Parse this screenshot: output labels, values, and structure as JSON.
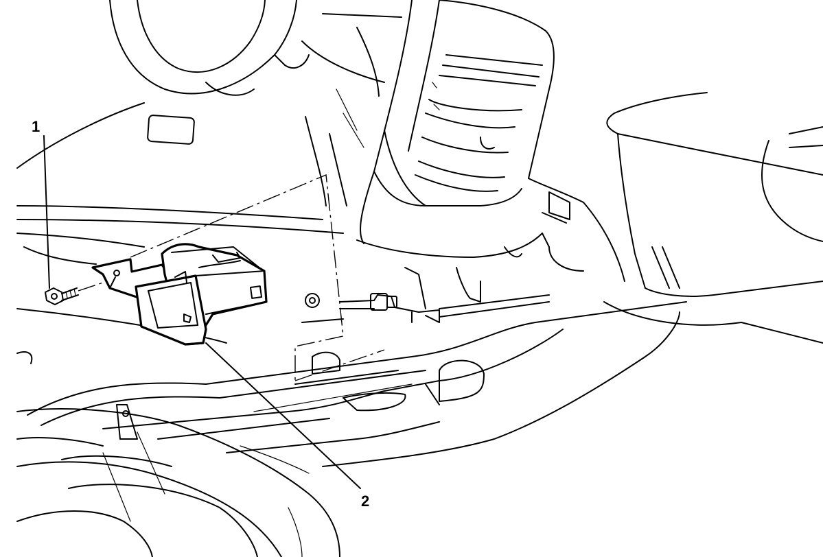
{
  "callouts": [
    {
      "id": "1",
      "label": "1",
      "part": "bolt"
    },
    {
      "id": "2",
      "label": "2",
      "part": "air-duct"
    }
  ]
}
